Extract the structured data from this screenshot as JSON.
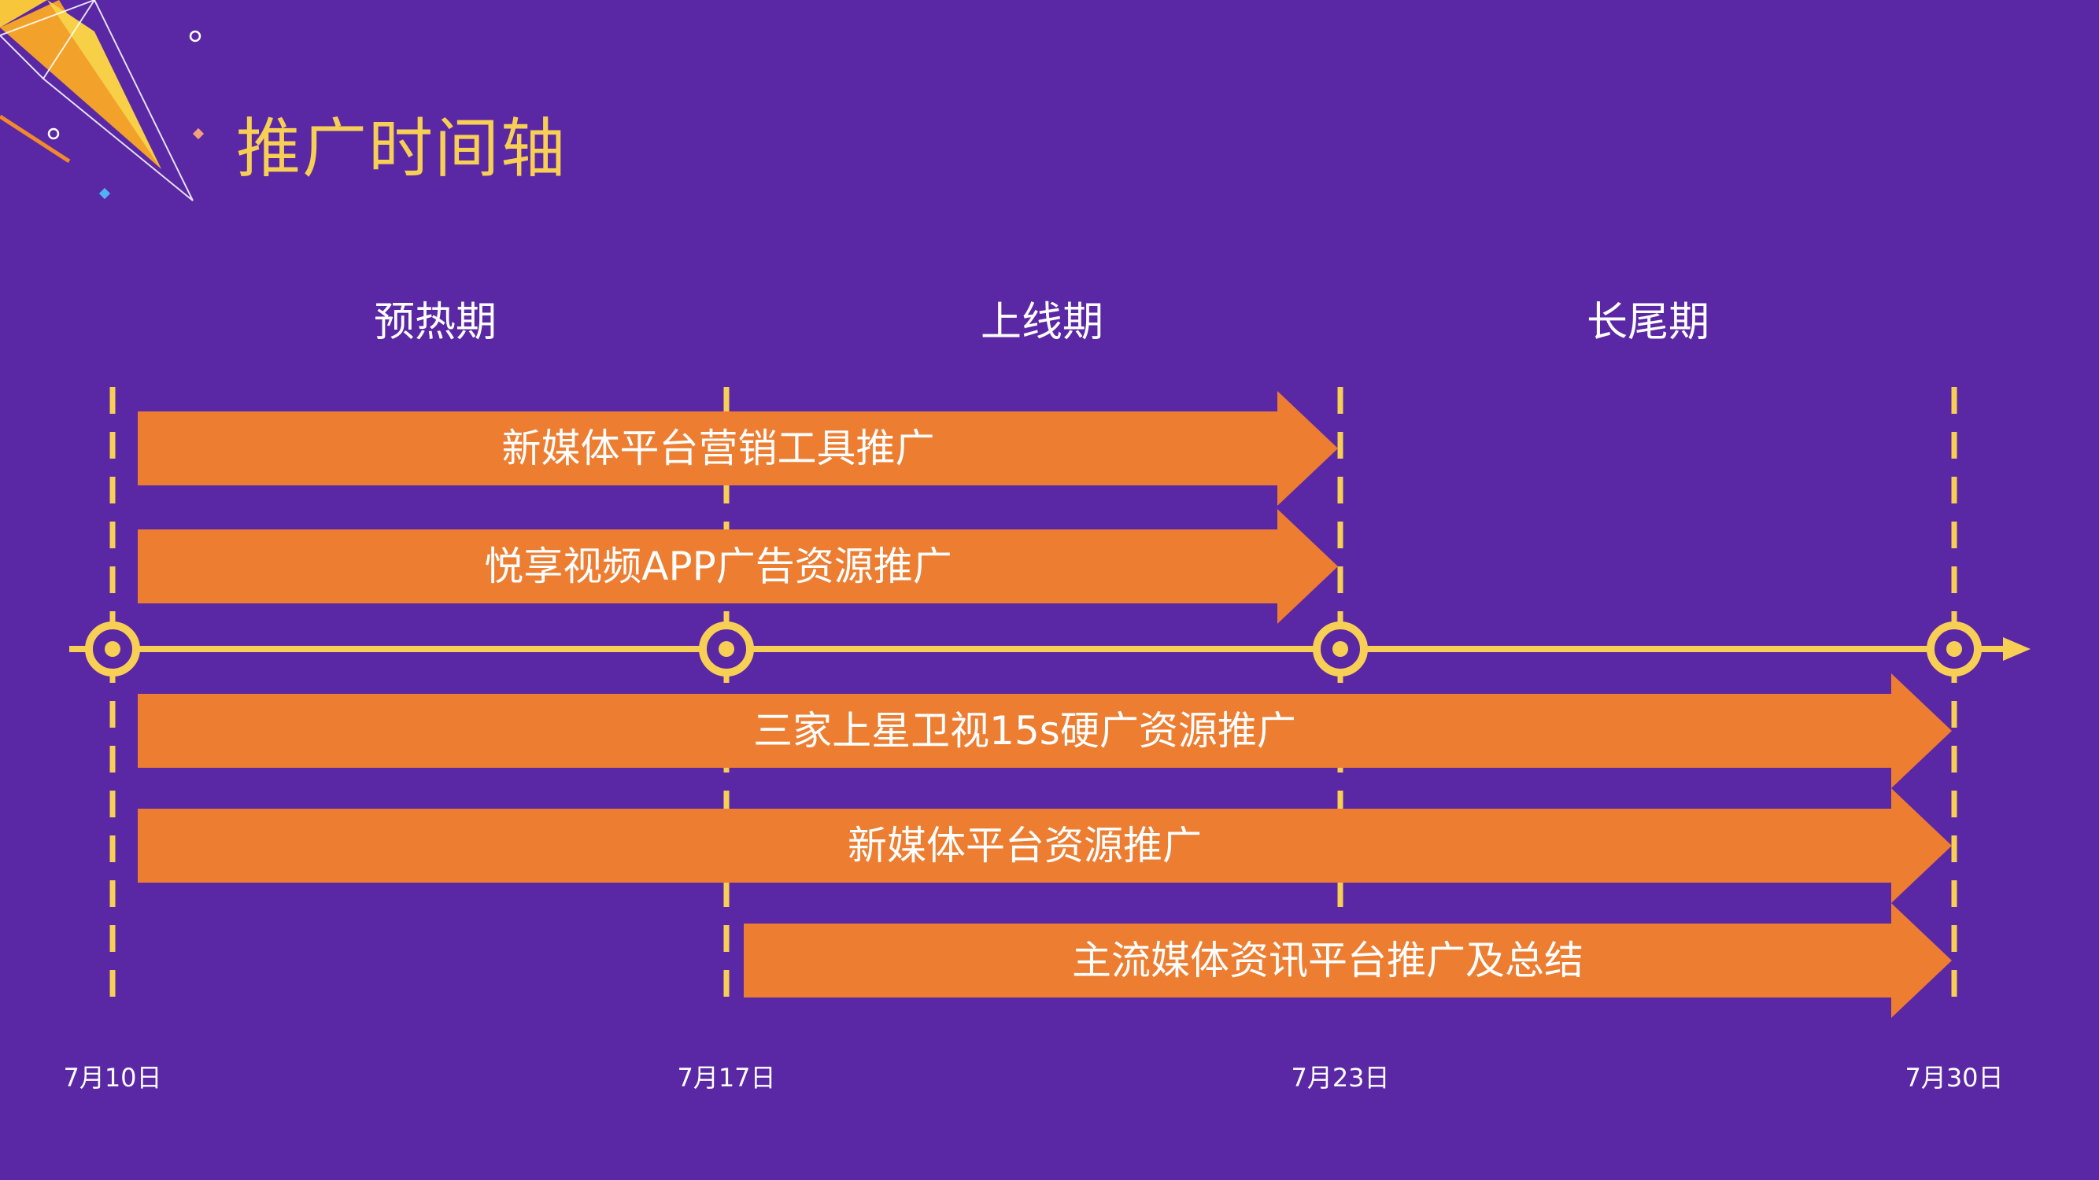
{
  "title": "推广时间轴",
  "phases": [
    "预热期",
    "上线期",
    "长尾期"
  ],
  "dates": [
    "7月10日",
    "7月17日",
    "7月23日",
    "7月30日"
  ],
  "tasks": [
    {
      "label": "新媒体平台营销工具推广",
      "start": "7月10日",
      "end": "7月23日"
    },
    {
      "label": "悦享视频APP广告资源推广",
      "start": "7月10日",
      "end": "7月23日"
    },
    {
      "label": "三家上星卫视15s硬广资源推广",
      "start": "7月10日",
      "end": "7月30日"
    },
    {
      "label": "新媒体平台资源推广",
      "start": "7月10日",
      "end": "7月30日"
    },
    {
      "label": "主流媒体资讯平台推广及总结",
      "start": "7月17日",
      "end": "7月30日"
    }
  ],
  "colors": {
    "background": "#5a28a5",
    "accent": "#f7cf54",
    "arrow": "#ed7d31",
    "text": "#ffffff"
  },
  "decorations": [
    "triangle-shape",
    "ring-icon",
    "diamond-icon"
  ]
}
